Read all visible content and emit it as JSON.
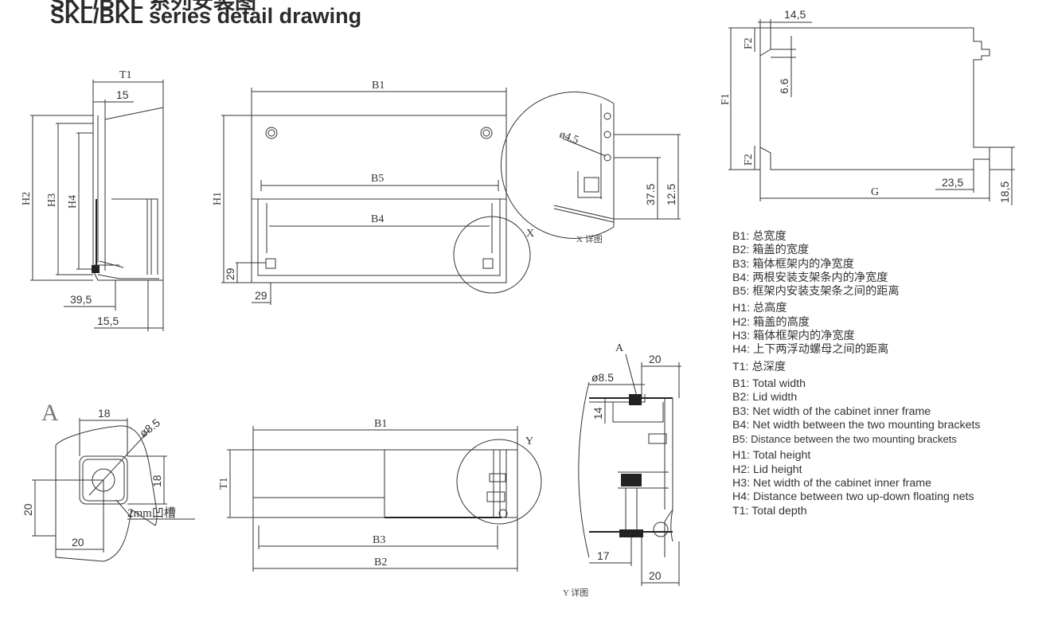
{
  "header": {
    "title_cn": "SKL/BKL 系列安装图",
    "title_en": "SKL/BKL series detail drawing"
  },
  "dimensions": {
    "side_view": {
      "t1": "T1",
      "d15": "15",
      "h2": "H2",
      "h3": "H3",
      "h4": "H4",
      "d39_5": "39,5",
      "d15_5": "15,5"
    },
    "front_view": {
      "b1": "B1",
      "b5": "B5",
      "b4": "B4",
      "h1": "H1",
      "d29_v": "29",
      "d29_h": "29",
      "x_label": "X"
    },
    "detail_x": {
      "dia": "ø4.5",
      "d37_5": "37.5",
      "d12_5": "12.5",
      "caption": "X 详图"
    },
    "rear_view": {
      "d14_5": "14,5",
      "f2_top": "F2",
      "d6_6": "6.6",
      "f1": "F1",
      "f2_bottom": "F2",
      "d23_5": "23,5",
      "d18_5": "18,5",
      "g": "G"
    },
    "detail_a": {
      "a": "A",
      "d18_top": "18",
      "dia": "ø8.5",
      "d18_side": "18",
      "d20_left": "20",
      "d20_bottom": "20",
      "groove": "2mm凹槽"
    },
    "top_view": {
      "b1": "B1",
      "t1": "T1",
      "b3": "B3",
      "b2": "B2",
      "y_label": "Y"
    },
    "detail_y": {
      "a": "A",
      "d20_top": "20",
      "dia": "ø8.5",
      "d14": "14",
      "d17": "17",
      "d20_bottom": "20",
      "caption": "Y 详图"
    }
  },
  "legend": {
    "cn": [
      "B1: 总宽度",
      "B2: 箱盖的宽度",
      "B3: 箱体框架内的净宽度",
      "B4: 两根安装支架条内的净宽度",
      "B5: 框架内安装支架条之间的距离",
      "H1: 总高度",
      "H2: 箱盖的高度",
      "H3: 箱体框架内的净宽度",
      "H4: 上下两浮动螺母之间的距离",
      "T1: 总深度"
    ],
    "en": [
      "B1: Total width",
      "B2: Lid width",
      "B3: Net width of the cabinet inner frame",
      "B4: Net width between the two mounting brackets",
      "B5: Distance between the two mounting brackets",
      "H1: Total height",
      "H2: Lid height",
      "H3: Net width of the cabinet inner frame",
      "H4: Distance between two up-down floating nets",
      "T1: Total depth"
    ]
  }
}
